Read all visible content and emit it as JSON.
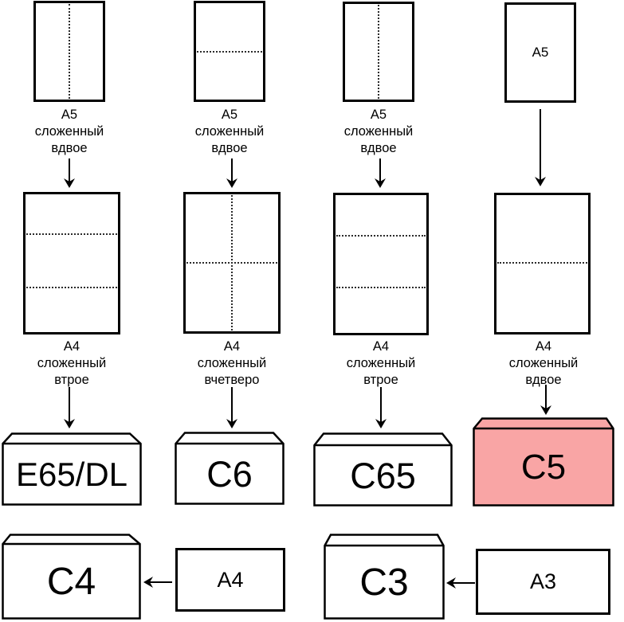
{
  "colors": {
    "highlight": "#f9a5a5",
    "stroke": "#000000",
    "paper_fill": "#ffffff"
  },
  "columns": [
    {
      "top_caption": "A5\nсложенный\nвдвое",
      "mid_caption": "A4\nсложенный\nвтрое",
      "envelope_label": "E65/DL"
    },
    {
      "top_caption": "A5\nсложенный\nвдвое",
      "mid_caption": "A4\nсложенный\nвчетверо",
      "envelope_label": "C6"
    },
    {
      "top_caption": "A5\nсложенный\nвдвое",
      "mid_caption": "A4\nсложенный\nвтрое",
      "envelope_label": "C65"
    },
    {
      "top_sheet_label": "A5",
      "mid_caption": "A4\nсложенный\nвдвое",
      "envelope_label": "C5"
    }
  ],
  "bottom": {
    "c4_label": "C4",
    "a4_label": "A4",
    "c3_label": "C3",
    "a3_label": "A3"
  }
}
